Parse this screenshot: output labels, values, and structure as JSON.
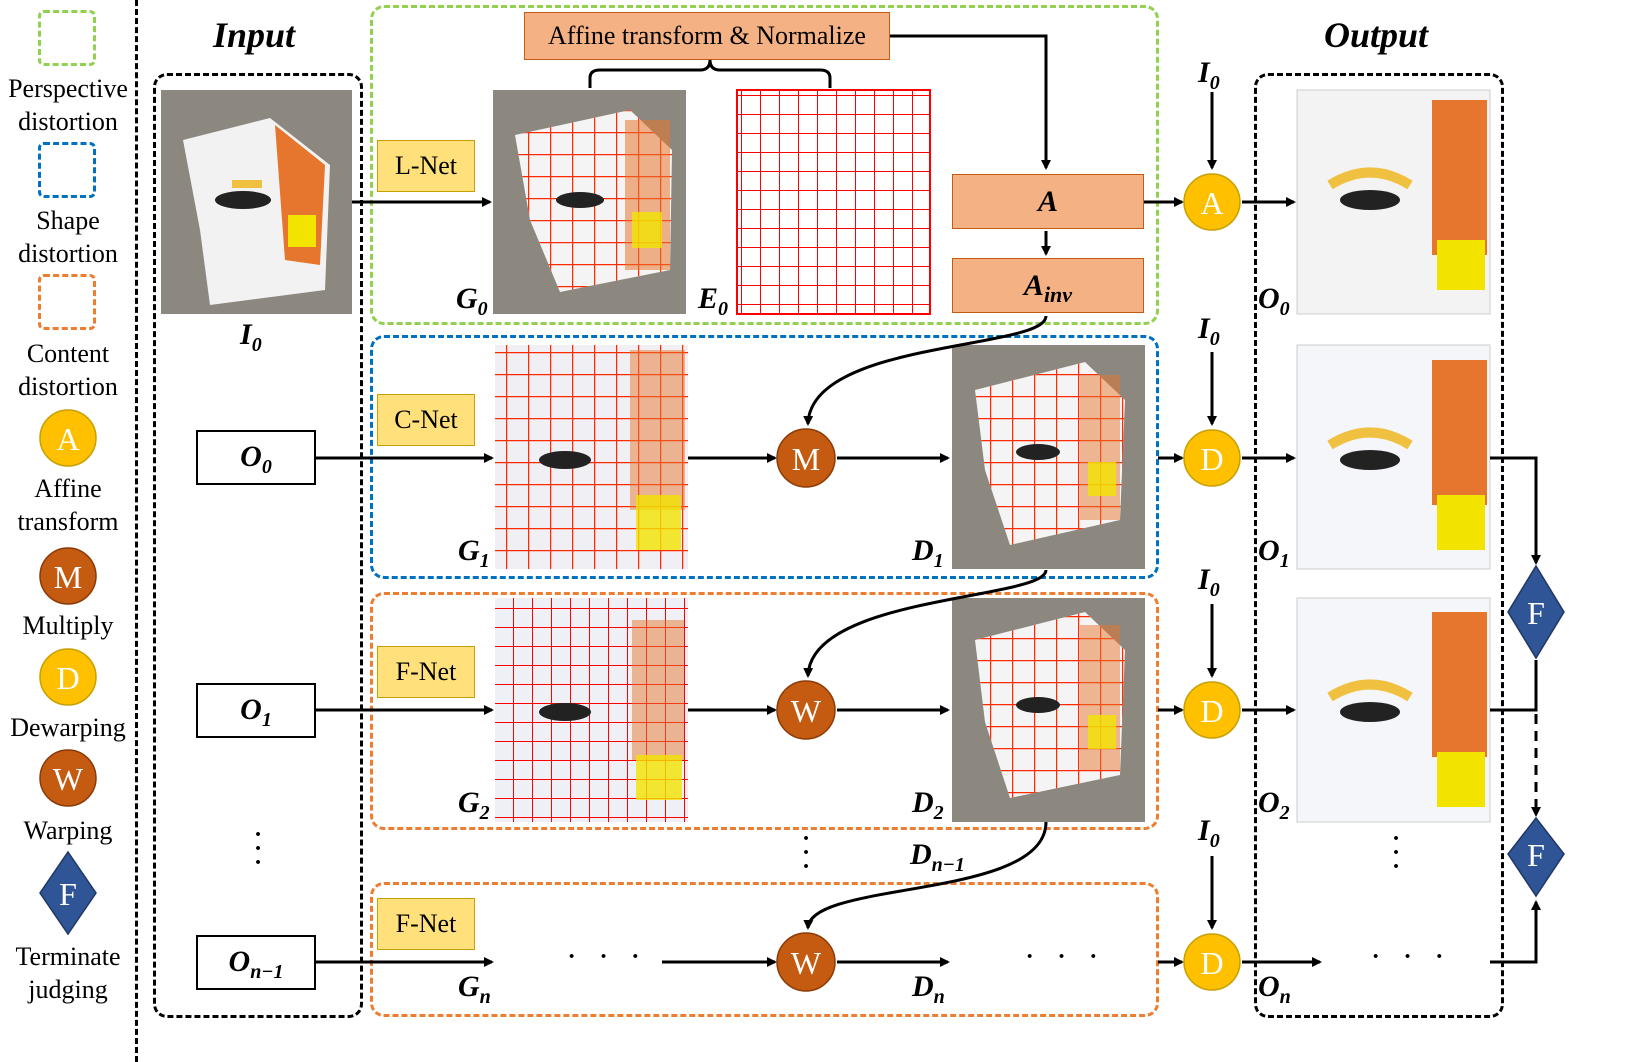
{
  "legend": {
    "perspective": "Perspective distortion",
    "perspective_l1": "Perspective",
    "perspective_l2": "distortion",
    "shape_l1": "Shape",
    "shape_l2": "distortion",
    "content_l1": "Content",
    "content_l2": "distortion",
    "affine_letter": "A",
    "affine_l1": "Affine",
    "affine_l2": "transform",
    "multiply_letter": "M",
    "multiply_label": "Multiply",
    "dewarp_letter": "D",
    "dewarp_label": "Dewarping",
    "warp_letter": "W",
    "warp_label": "Warping",
    "term_letter": "F",
    "term_l1": "Terminate",
    "term_l2": "judging"
  },
  "colors": {
    "perspective": "#92d050",
    "shape": "#0070c0",
    "content": "#ed7d31",
    "yellow_node": "#ffc000",
    "brown_node": "#c55a11",
    "diamond": "#2f5597",
    "net_fill": "#ffe07a",
    "orange_box": "#f4b183",
    "grid": "#ff0000"
  },
  "headers": {
    "input": "Input",
    "output": "Output"
  },
  "input": {
    "i0": "I",
    "i0_sub": "0",
    "o0": "O",
    "o0_sub": "0",
    "o1": "O",
    "o1_sub": "1",
    "on1": "O",
    "on1_sub": "n−1"
  },
  "nets": {
    "lnet": "L-Net",
    "cnet": "C-Net",
    "fnet1": "F-Net",
    "fnet2": "F-Net"
  },
  "affine_box": "Affine transform & Normalize",
  "a_box": {
    "main": "A",
    "sub": ""
  },
  "ainv_box": {
    "main": "A",
    "sub": "inv"
  },
  "labels": {
    "g0": [
      "G",
      "0"
    ],
    "e0": [
      "E",
      "0"
    ],
    "g1": [
      "G",
      "1"
    ],
    "d1": [
      "D",
      "1"
    ],
    "g2": [
      "G",
      "2"
    ],
    "d2": [
      "D",
      "2"
    ],
    "dn1": [
      "D",
      "n−1"
    ],
    "gn": [
      "G",
      "n"
    ],
    "dn": [
      "D",
      "n"
    ],
    "o0": [
      "O",
      "0"
    ],
    "o1": [
      "O",
      "1"
    ],
    "o2": [
      "O",
      "2"
    ],
    "on": [
      "O",
      "n"
    ],
    "i0a": [
      "I",
      "0"
    ],
    "i0b": [
      "I",
      "0"
    ],
    "i0c": [
      "I",
      "0"
    ],
    "i0d": [
      "I",
      "0"
    ]
  },
  "nodes": {
    "a": "A",
    "m": "M",
    "w1": "W",
    "w2": "W",
    "d1": "D",
    "d2": "D",
    "d3": "D",
    "f1": "F",
    "f2": "F"
  },
  "ellipsis": "· · ·"
}
